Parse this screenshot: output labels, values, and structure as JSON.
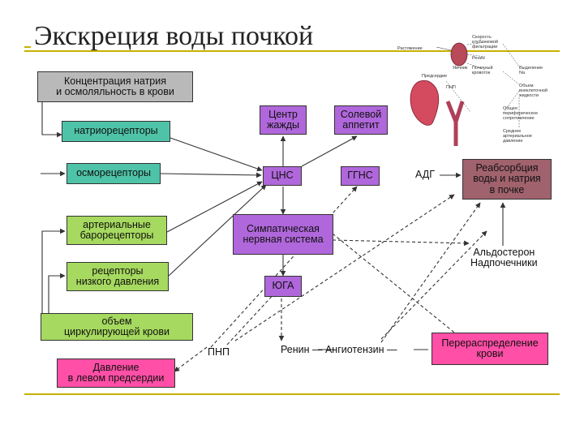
{
  "title": "Экскреция воды почкой",
  "colors": {
    "gray": "#b9b9b9",
    "teal": "#4fc3a8",
    "green": "#a6d95f",
    "purple": "#b067db",
    "pink": "#ff4fa7",
    "brown": "#a0626d",
    "accent": "#c8b000"
  },
  "boxes": {
    "concentration": "Концентрация натрия\nи осмоляльность в крови",
    "natrioreceptors": "натриорецепторы",
    "osmoreceptors": "осморецепторы",
    "baroreceptors": "артериальные\nбарорецепторы",
    "low_pressure": "рецепторы\nнизкого давления",
    "volume": "объем\nциркулирующей крови",
    "left_atrium": "Давление\nв левом предсердии",
    "thirst": "Центр\nжажды",
    "salt_appetite": "Солевой\nаппетит",
    "cns": "ЦНС",
    "ggns": "ГГНС",
    "sympathetic": "Симпатическая\nнервная система",
    "yuga": "ЮГА",
    "reabsorption": "Реабсорбция\nводы и натрия\nв почке",
    "redistribution": "Перераспределение\nкрови"
  },
  "labels": {
    "adg": "АДГ",
    "aldosterone": "Альдостерон\nНадпочечники",
    "pnp": "ПНП",
    "renin_chain": "Ренин — Ангиотензин —"
  },
  "inset": {
    "stretch": "Растяжение",
    "ovary": "Яичник",
    "heart": "Предсердие",
    "pnp": "ПНП",
    "r1": "Скорость\nклубочковой\nфильтрации",
    "r2": "Ренин",
    "r3": "Почечный\nкровоток",
    "r4": "Выделение\nNa",
    "r5": "Объем\nвнеклеточной\nжидкости",
    "r6": "Общее\nпериферическое\nсопротивление",
    "r7": "Среднее\nартериальное\nдавление"
  }
}
